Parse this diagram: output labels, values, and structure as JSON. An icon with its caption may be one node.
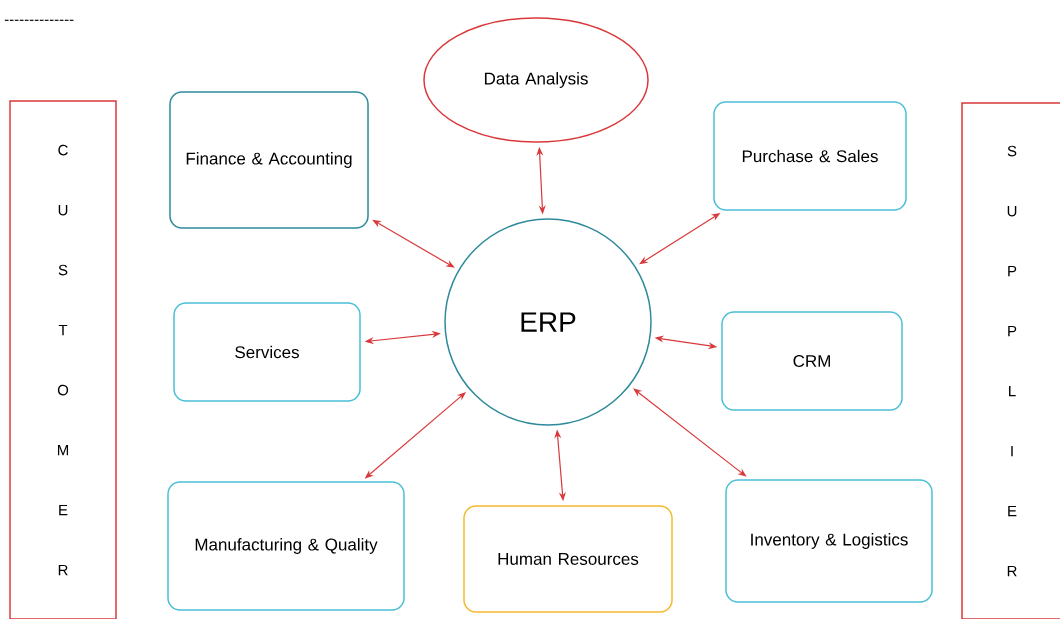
{
  "diagram": {
    "nodes": [
      {
        "text": [
          "Data Analysis"
        ]
      },
      {
        "text": [
          "Finance & Accounting"
        ]
      },
      {
        "text": [
          "Purchase & Sales"
        ]
      },
      {
        "text": [
          "ERP"
        ]
      },
      {
        "text": [
          "Services"
        ]
      },
      {
        "text": [
          "CRM"
        ]
      },
      {
        "text": [
          "Manufacturing & Quality"
        ]
      },
      {
        "text": [
          "Human Resources"
        ]
      },
      {
        "text": [
          "Inventory & Logistics"
        ]
      },
      {
        "text": [
          "C U S T O M E R"
        ]
      },
      {
        "text": [
          "S U P P L I E R"
        ]
      }
    ],
    "edges": [
      {
        "from": 3,
        "to": 0,
        "arrow": "both"
      },
      {
        "from": 3,
        "to": 1,
        "arrow": "both"
      },
      {
        "from": 3,
        "to": 2,
        "arrow": "both"
      },
      {
        "from": 3,
        "to": 4,
        "arrow": "both"
      },
      {
        "from": 3,
        "to": 5,
        "arrow": "both"
      },
      {
        "from": 3,
        "to": 6,
        "arrow": "both"
      },
      {
        "from": 3,
        "to": 7,
        "arrow": "both"
      },
      {
        "from": 3,
        "to": 8,
        "arrow": "both"
      }
    ],
    "labels": [
      "--------------"
    ]
  }
}
